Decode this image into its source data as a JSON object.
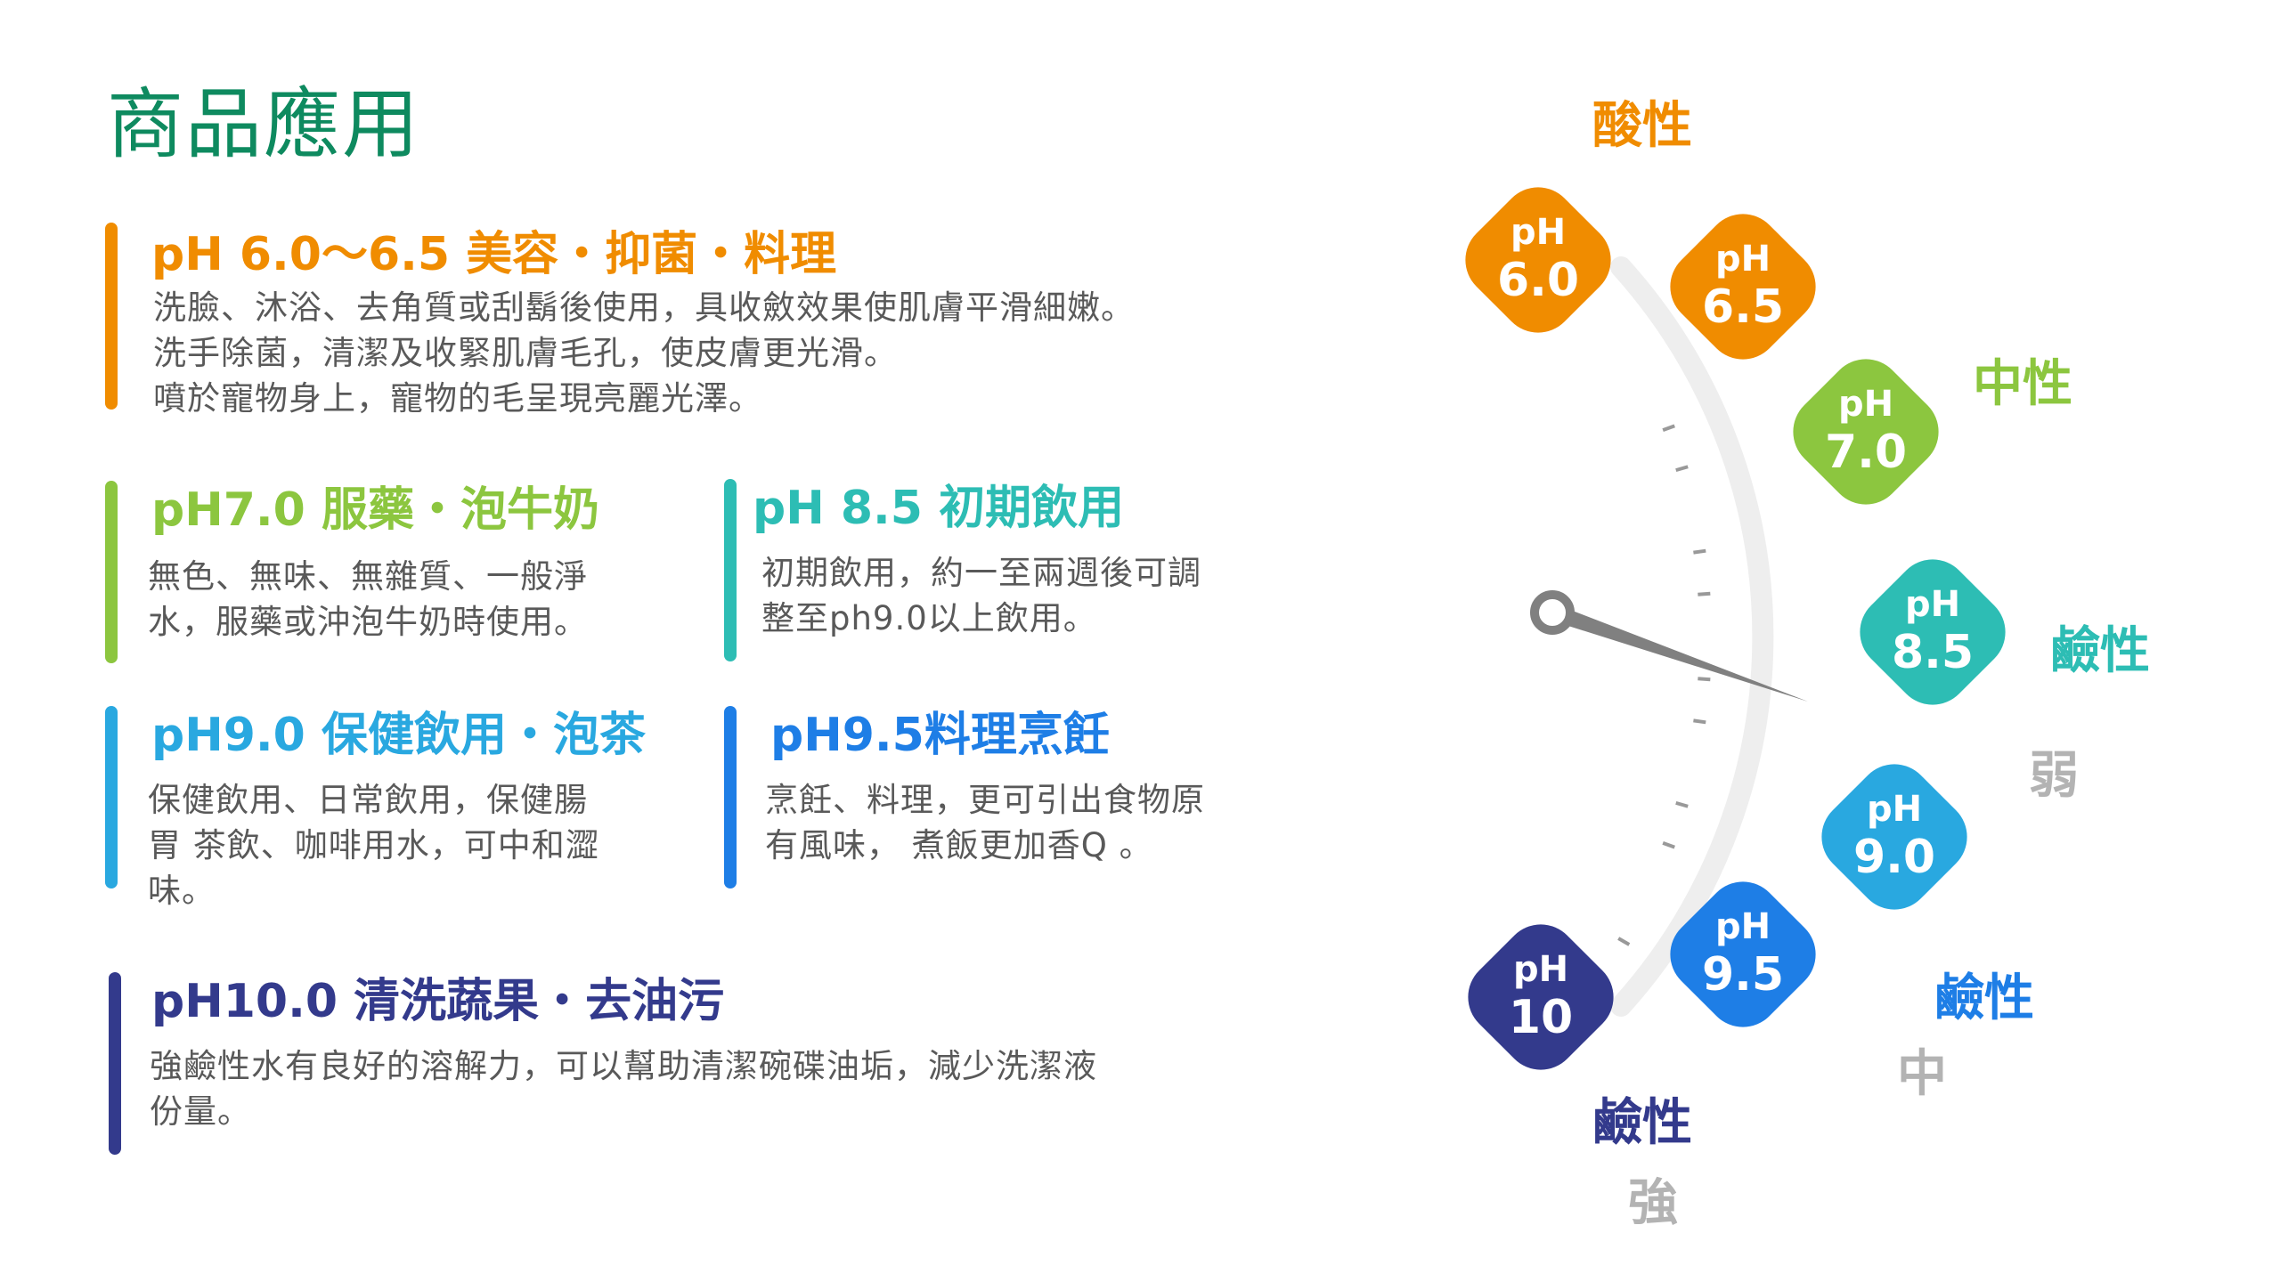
{
  "title": {
    "text": "商品應用",
    "color": "#0e8a5f"
  },
  "sections": [
    {
      "heading": "pH 6.0～6.5 美容・抑菌・料理",
      "body": "洗臉、沐浴、去角質或刮鬍後使用，具收斂效果使肌膚平滑細嫩。\n洗手除菌，清潔及收緊肌膚毛孔，使皮膚更光滑。\n噴於寵物身上，寵物的毛呈現亮麗光澤。",
      "color": "#f08c00"
    },
    {
      "heading": "pH7.0 服藥・泡牛奶",
      "body": "無色、無味、無雜質、一般淨\n水，服藥或沖泡牛奶時使用。",
      "color": "#8cc63f"
    },
    {
      "heading": "pH 8.5 初期飲用",
      "body": "初期飲用，約一至兩週後可調\n整至ph9.0以上飲用。",
      "color": "#2dbdb4"
    },
    {
      "heading": "pH9.0 保健飲用・泡茶",
      "body": "保健飲用、日常飲用，保健腸\n胃  茶飲、咖啡用水，可中和澀\n味。",
      "color": "#29a8e0"
    },
    {
      "heading": "pH9.5料理烹飪",
      "body": "烹飪、料理，更可引出食物原\n有風味，  煮飯更加香Q 。",
      "color": "#1e7ee6"
    },
    {
      "heading": "pH10.0 清洗蔬果・去油污",
      "body": "強鹼性水有良好的溶解力，可以幫助清潔碗碟油垢，減少洗潔液\n份量。",
      "color": "#333a8c"
    }
  ],
  "gauge": {
    "badges": [
      {
        "ph_label": "pH",
        "value": "6.0",
        "color": "#f08c00"
      },
      {
        "ph_label": "pH",
        "value": "6.5",
        "color": "#f08c00"
      },
      {
        "ph_label": "pH",
        "value": "7.0",
        "color": "#8cc63f"
      },
      {
        "ph_label": "pH",
        "value": "8.5",
        "color": "#2dbdb4"
      },
      {
        "ph_label": "pH",
        "value": "9.0",
        "color": "#29a8e0"
      },
      {
        "ph_label": "pH",
        "value": "9.5",
        "color": "#1e7ee6"
      },
      {
        "ph_label": "pH",
        "value": "10",
        "color": "#333a8c"
      }
    ],
    "labels": {
      "acid": {
        "text": "酸性",
        "color": "#f08c00"
      },
      "neutral": {
        "text": "中性",
        "color": "#8cc63f"
      },
      "alkaline_weak": {
        "text": "鹼性",
        "color": "#2dbdb4"
      },
      "weak": {
        "text": "弱",
        "color": "#b3b3b3"
      },
      "alkaline_mid": {
        "text": "鹼性",
        "color": "#1e7ee6"
      },
      "mid": {
        "text": "中",
        "color": "#b3b3b3"
      },
      "alkaline_strong": {
        "text": "鹼性",
        "color": "#333a8c"
      },
      "strong": {
        "text": "強",
        "color": "#b3b3b3"
      }
    },
    "needle_color": "#808080",
    "arc_color": "#eeeeee"
  }
}
